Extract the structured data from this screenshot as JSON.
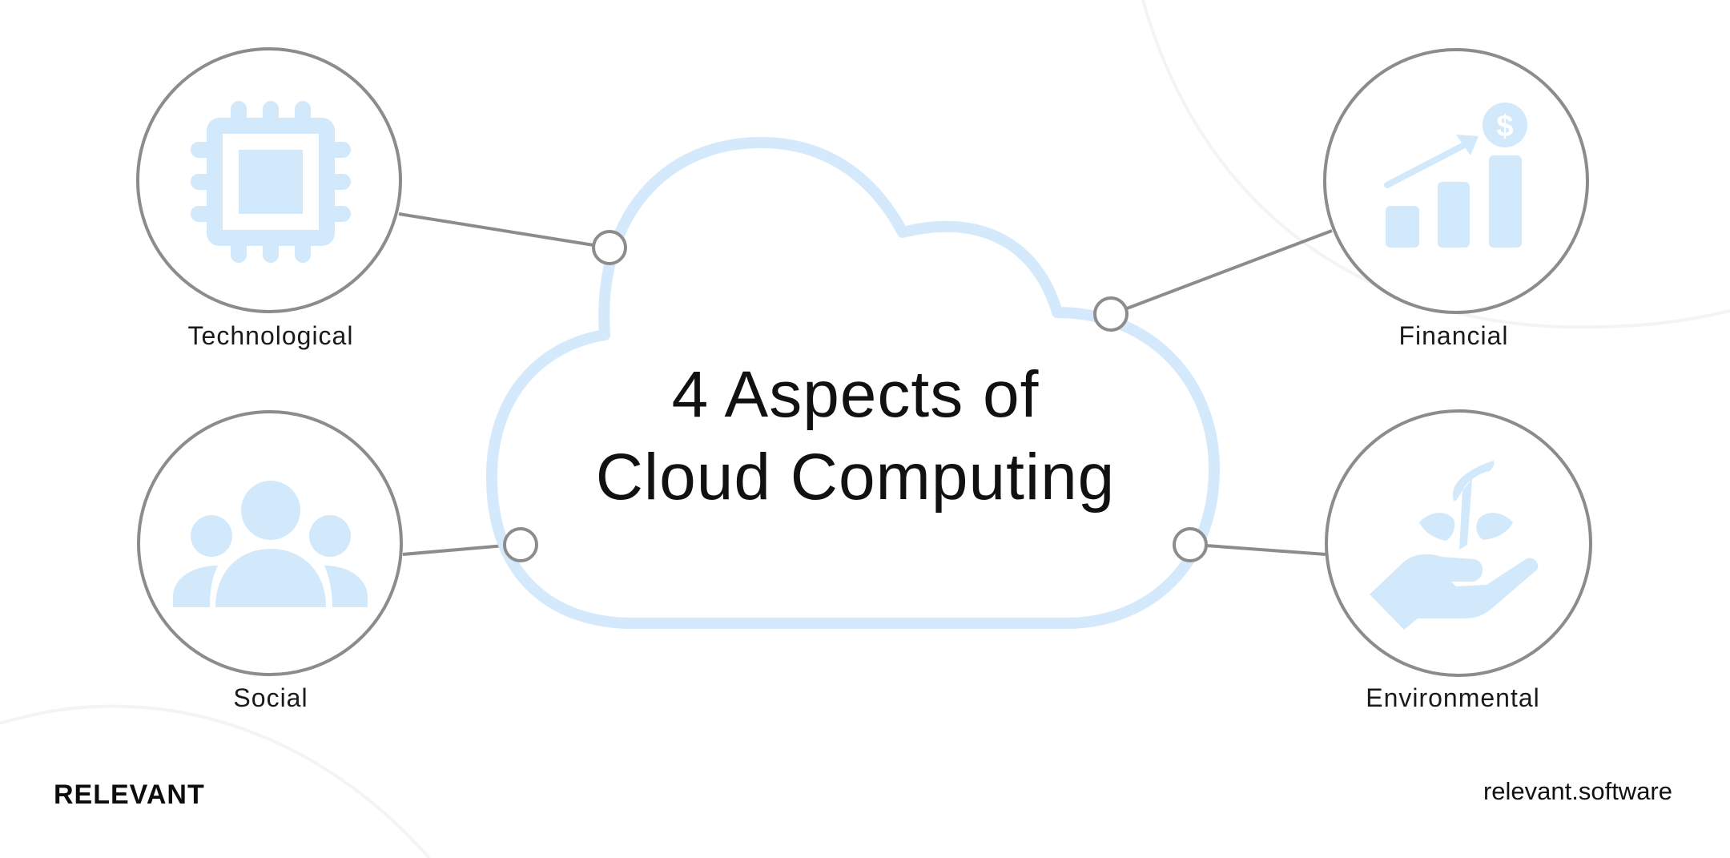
{
  "diagram": {
    "title_line1": "4 Aspects of",
    "title_line2": "Cloud Computing",
    "aspects": [
      {
        "label": "Technological",
        "icon": "cpu-chip-icon",
        "position": "top-left"
      },
      {
        "label": "Financial",
        "icon": "growth-chart-dollar-icon",
        "position": "top-right"
      },
      {
        "label": "Social",
        "icon": "people-group-icon",
        "position": "bottom-left"
      },
      {
        "label": "Environmental",
        "icon": "hand-plant-icon",
        "position": "bottom-right"
      }
    ],
    "central_shape": "cloud",
    "colors": {
      "icon_fill": "#d2e8fb",
      "cloud_stroke": "#d4e9fb",
      "ring_stroke": "#8c8c8c",
      "text": "#111111",
      "background": "#ffffff"
    }
  },
  "footer": {
    "brand": "RELEVANT",
    "url": "relevant.software"
  }
}
